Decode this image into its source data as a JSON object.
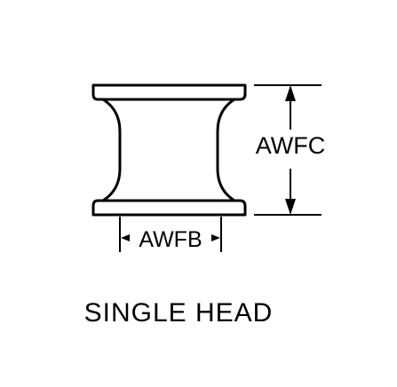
{
  "diagram": {
    "labels": {
      "height_dimension": "AWFC",
      "body_width_dimension": "AWFB"
    },
    "caption": "SINGLE HEAD",
    "colors": {
      "line": "#000000",
      "background": "#ffffff"
    }
  }
}
